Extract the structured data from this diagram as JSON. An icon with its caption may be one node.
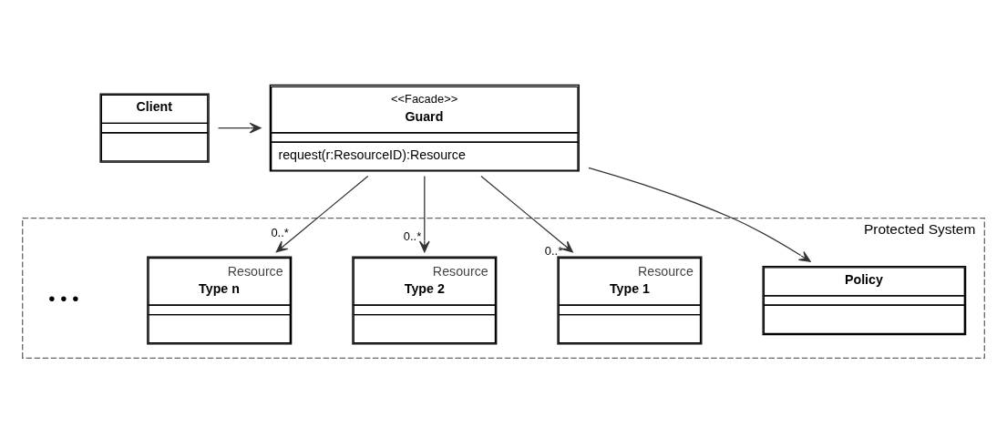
{
  "diagram": {
    "nodes": [
      {
        "text": [
          "Protected System"
        ]
      },
      {
        "text": [
          "Client"
        ]
      },
      {
        "text": [
          "<<Facade>>",
          "Guard",
          "request(r:ResourceID):Resource"
        ]
      },
      {
        "text": [
          "Policy"
        ],
        "in": 0
      },
      {
        "text": [
          "Resource",
          "Type 1"
        ],
        "in": 0
      },
      {
        "text": [
          "Resource",
          "Type 2"
        ],
        "in": 0
      },
      {
        "text": [
          "Resource",
          "Type n"
        ],
        "in": 0
      }
    ],
    "edges": [
      {
        "from": 1,
        "to": 2,
        "arrow": "to"
      },
      {
        "from": 2,
        "to": 3,
        "arrow": "to"
      },
      {
        "from": 2,
        "to": 4,
        "arrow": "to",
        "label": "0..*"
      },
      {
        "from": 2,
        "to": 5,
        "arrow": "to",
        "label": "0..*"
      },
      {
        "from": 2,
        "to": 6,
        "arrow": "to",
        "label": "0..*"
      }
    ],
    "labels": [
      "• • •"
    ]
  }
}
